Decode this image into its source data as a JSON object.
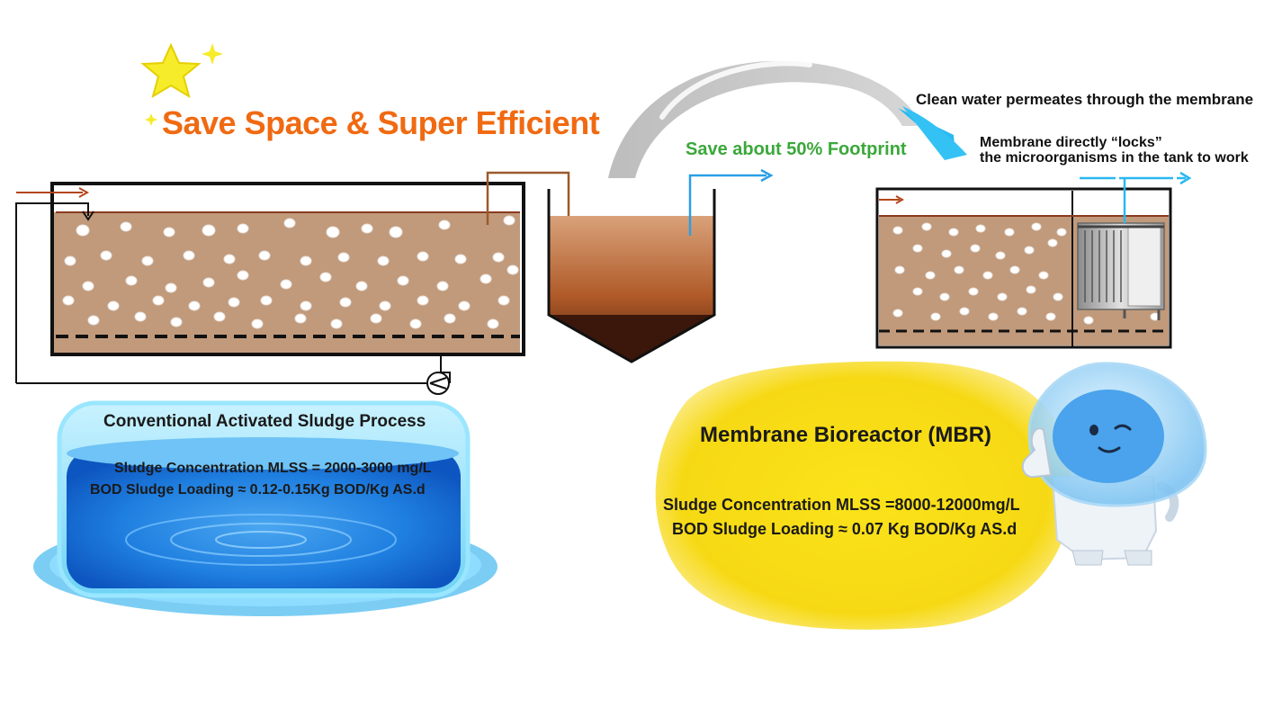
{
  "headline": {
    "title": "Save Space & Super Efficient",
    "footprint_note": "Save about 50% Footprint"
  },
  "mbr_callouts": {
    "permeate": "Clean water permeates through the membrane",
    "locks_line1": "Membrane directly “locks”",
    "locks_line2": "the microorganisms in the tank to work"
  },
  "conventional": {
    "title": "Conventional Activated Sludge Process",
    "mlss": "Sludge Concentration MLSS = 2000-3000 mg/L",
    "bod": "BOD Sludge Loading ≈ 0.12-0.15Kg BOD/Kg AS.d"
  },
  "mbr": {
    "title": "Membrane Bioreactor (MBR)",
    "mlss": "Sludge Concentration MLSS =8000-12000mg/L",
    "bod": "BOD Sludge Loading ≈ 0.07 Kg BOD/Kg AS.d"
  },
  "colors": {
    "title": "#f06a12",
    "footprint": "#3aa83a",
    "sludge": "#c19a7b",
    "water_blue": "#2a9fe6",
    "highlight_yellow": "#f7dc1a",
    "flow_brown": "#9c5a2c"
  }
}
